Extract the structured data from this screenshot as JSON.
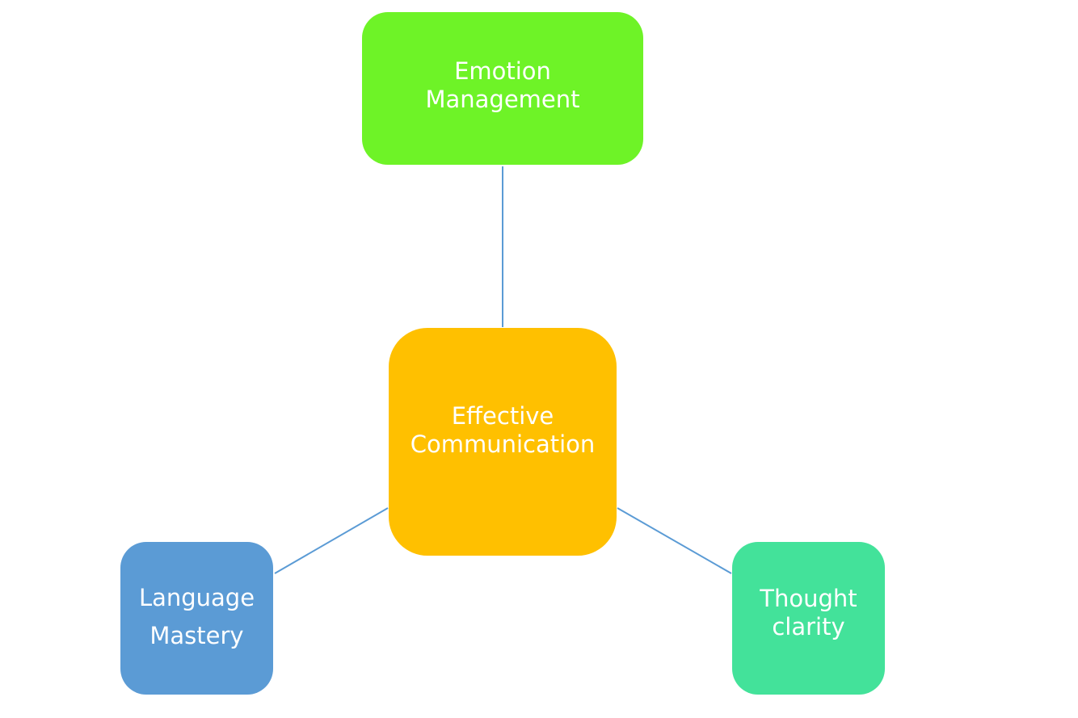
{
  "diagram": {
    "center": {
      "lines": [
        "Effective",
        "Communication"
      ],
      "color": "#ffc000"
    },
    "nodes": {
      "emotion": {
        "lines": [
          "Emotion",
          "Management"
        ],
        "color": "#6ef327"
      },
      "language": {
        "lines": [
          "Language",
          "Mastery"
        ],
        "color": "#5b9bd5"
      },
      "thought": {
        "lines": [
          "Thought",
          "clarity"
        ],
        "color": "#43e29a"
      }
    },
    "connector_color": "#5b9bd5",
    "text_color": "#ffffff",
    "background": "#ffffff"
  }
}
